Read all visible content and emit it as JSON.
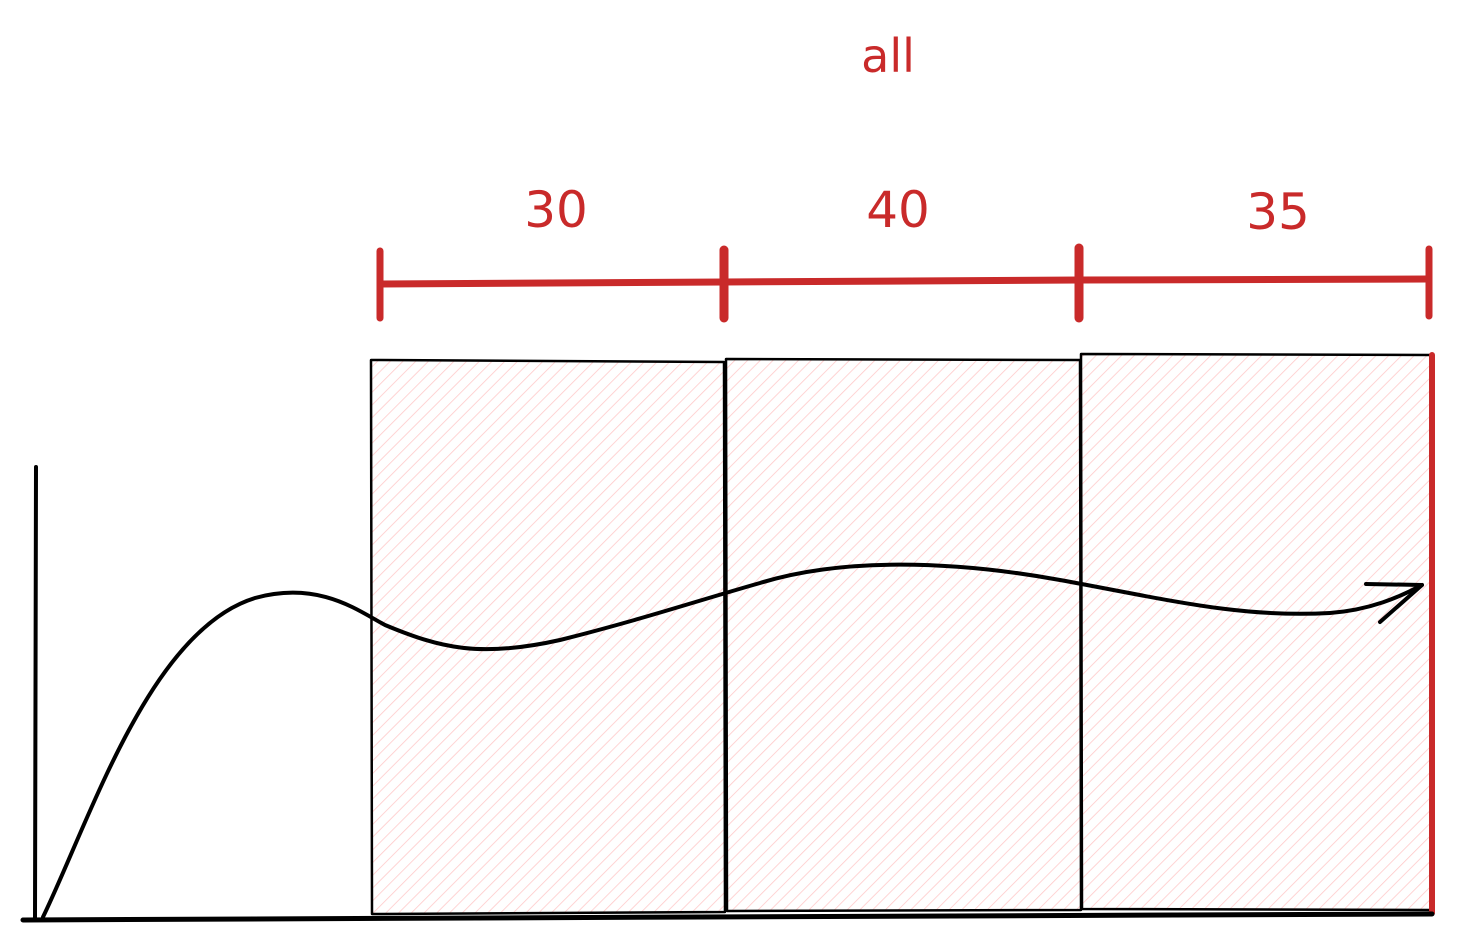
{
  "title": "all",
  "segments": [
    {
      "label": "30"
    },
    {
      "label": "40"
    },
    {
      "label": "35"
    }
  ],
  "colors": {
    "accent": "#c92a2a",
    "hatch": "#ffc9c9",
    "ink": "#000000",
    "background": "#ffffff"
  }
}
